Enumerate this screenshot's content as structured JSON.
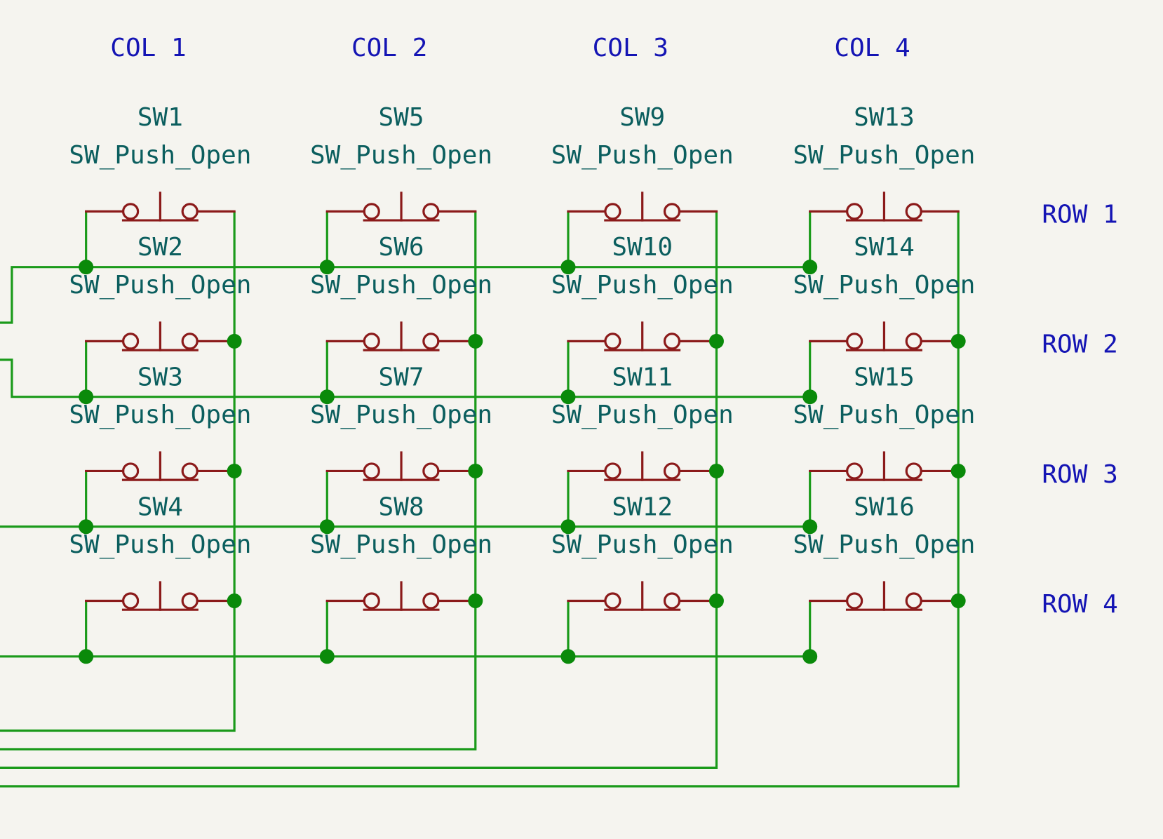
{
  "colors": {
    "background": "#f5f4ef",
    "wire": "#1a9a1a",
    "junction": "#0a8a0a",
    "symbol": "#8b1a1a",
    "symbol_text": "#0b5e5e",
    "net_label": "#1414b4"
  },
  "columns": [
    {
      "label": "COL 1"
    },
    {
      "label": "COL 2"
    },
    {
      "label": "COL 3"
    },
    {
      "label": "COL 4"
    }
  ],
  "rows": [
    {
      "label": "ROW 1"
    },
    {
      "label": "ROW 2"
    },
    {
      "label": "ROW 3"
    },
    {
      "label": "ROW 4"
    }
  ],
  "switches": [
    [
      {
        "ref": "SW1",
        "value": "SW_Push_Open"
      },
      {
        "ref": "SW2",
        "value": "SW_Push_Open"
      },
      {
        "ref": "SW3",
        "value": "SW_Push_Open"
      },
      {
        "ref": "SW4",
        "value": "SW_Push_Open"
      }
    ],
    [
      {
        "ref": "SW5",
        "value": "SW_Push_Open"
      },
      {
        "ref": "SW6",
        "value": "SW_Push_Open"
      },
      {
        "ref": "SW7",
        "value": "SW_Push_Open"
      },
      {
        "ref": "SW8",
        "value": "SW_Push_Open"
      }
    ],
    [
      {
        "ref": "SW9",
        "value": "SW_Push_Open"
      },
      {
        "ref": "SW10",
        "value": "SW_Push_Open"
      },
      {
        "ref": "SW11",
        "value": "SW_Push_Open"
      },
      {
        "ref": "SW12",
        "value": "SW_Push_Open"
      }
    ],
    [
      {
        "ref": "SW13",
        "value": "SW_Push_Open"
      },
      {
        "ref": "SW14",
        "value": "SW_Push_Open"
      },
      {
        "ref": "SW15",
        "value": "SW_Push_Open"
      },
      {
        "ref": "SW16",
        "value": "SW_Push_Open"
      }
    ]
  ]
}
